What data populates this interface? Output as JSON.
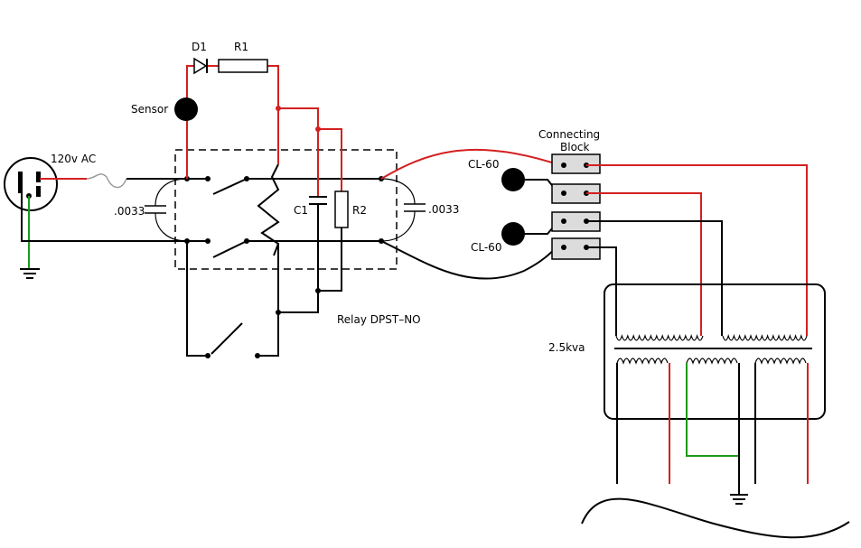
{
  "labels": {
    "d1": "D1",
    "r1": "R1",
    "sensor": "Sensor",
    "supply": "120v AC",
    "cap_left": ".0033",
    "cap_right": ".0033",
    "c1": "C1",
    "r2": "R2",
    "relay": "Relay DPST–NO",
    "connecting_block_line1": "Connecting",
    "connecting_block_line2": "Block",
    "cl60_top": "CL-60",
    "cl60_bottom": "CL-60",
    "transformer": "2.5kva"
  },
  "colors": {
    "wire": "#000000",
    "hot": "#d42020",
    "ground": "#1a9a1a",
    "block_fill": "#dcdcdc"
  }
}
